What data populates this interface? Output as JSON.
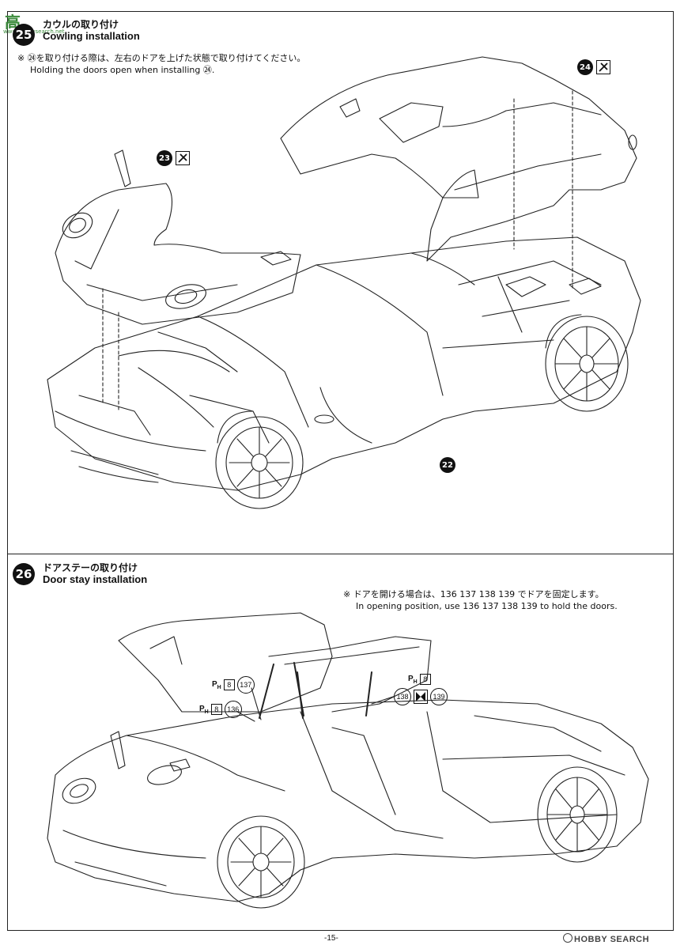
{
  "watermark": {
    "text": "高",
    "sub": "www.hobbysearch.net"
  },
  "step25": {
    "number": "25",
    "title_jp": "カウルの取り付け",
    "title_en": "Cowling installation",
    "note_jp": "※ ㉔を取り付ける際は、左右のドアを上げた状態で取り付けてください。",
    "note_en": "Holding the doors open when installing ㉔.",
    "parts": [
      "23",
      "24",
      "22"
    ]
  },
  "step26": {
    "number": "26",
    "title_jp": "ドアステーの取り付け",
    "title_en": "Door stay installation",
    "note_jp": "※ ドアを開ける場合は、136 137 138 139 でドアを固定します。",
    "note_en": "In opening position, use 136 137 138 139 to hold the doors.",
    "refs": [
      {
        "ph": "P",
        "sub": "H",
        "box": "8",
        "part": "137"
      },
      {
        "ph": "P",
        "sub": "H",
        "box": "8",
        "part": "136"
      },
      {
        "ph": "P",
        "sub": "H",
        "box": "8",
        "part_a": "138",
        "part_b": "139"
      }
    ]
  },
  "footer": {
    "page": "-15-",
    "credit": "HOBBY SEARCH"
  }
}
